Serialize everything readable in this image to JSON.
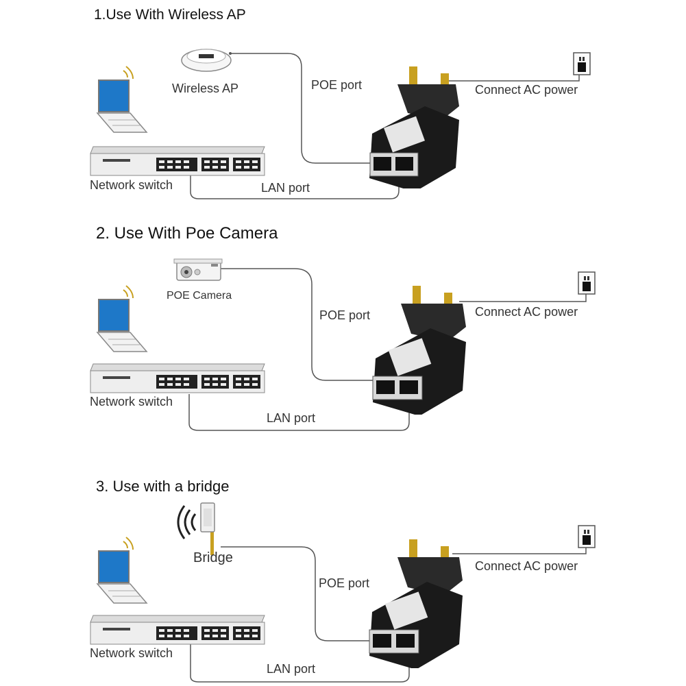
{
  "sections": [
    {
      "title": "1.Use With Wireless AP",
      "device_label": "Wireless AP",
      "poe_port_label": "POE port",
      "lan_port_label": "LAN port",
      "switch_label": "Network switch",
      "power_label": "Connect AC power",
      "device_icon": "wireless-ap-icon"
    },
    {
      "title": "2. Use With Poe Camera",
      "device_label": "POE Camera",
      "poe_port_label": "POE port",
      "lan_port_label": "LAN port",
      "switch_label": "Network switch",
      "power_label": "Connect AC power",
      "device_icon": "poe-camera-icon"
    },
    {
      "title": "3. Use with a bridge",
      "device_label": "Bridge",
      "poe_port_label": "POE port",
      "lan_port_label": "LAN port",
      "switch_label": "Network switch",
      "power_label": "Connect AC power",
      "device_icon": "bridge-antenna-icon"
    }
  ],
  "colors": {
    "laptop_screen": "#1e78c8",
    "injector_body": "#1a1a1a",
    "plug_pins": "#c8a020",
    "cable": "#555555",
    "switch_body": "#eeeeee",
    "switch_ports": "#222222"
  }
}
